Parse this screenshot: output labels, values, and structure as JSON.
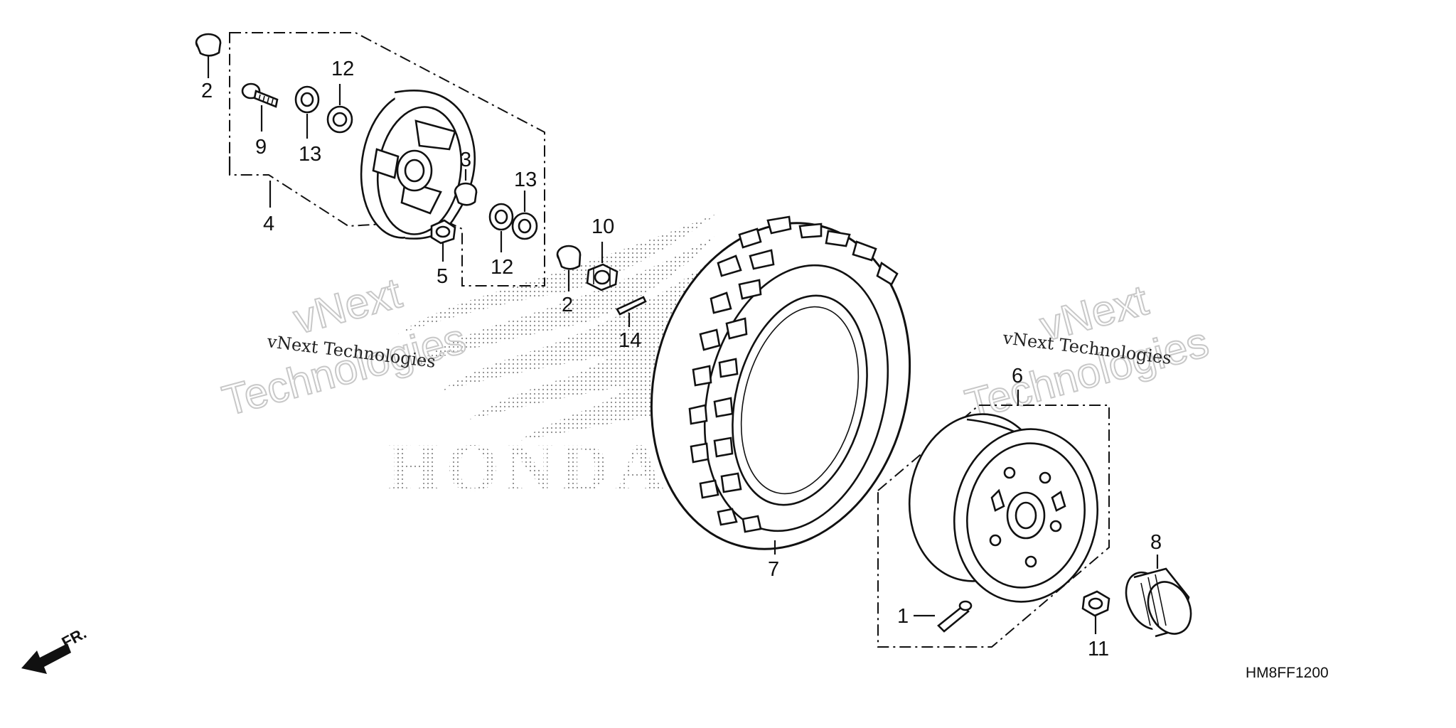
{
  "diagram": {
    "code": "HM8FF1200",
    "direction_label": "FR.",
    "callouts": [
      "1",
      "2",
      "2",
      "3",
      "4",
      "5",
      "6",
      "7",
      "8",
      "9",
      "10",
      "11",
      "12",
      "12",
      "13",
      "13",
      "14"
    ],
    "callout_labels": {
      "p1": "1",
      "p2a": "2",
      "p2b": "2",
      "p3": "3",
      "p4": "4",
      "p5": "5",
      "p6": "6",
      "p7": "7",
      "p8": "8",
      "p9": "9",
      "p10": "10",
      "p11": "11",
      "p12a": "12",
      "p12b": "12",
      "p13a": "13",
      "p13b": "13",
      "p14": "14"
    }
  },
  "watermark": {
    "small": "vNext Technologies",
    "big_line1": "vNext",
    "big_line2": "Technologies",
    "logo": "HONDA"
  }
}
